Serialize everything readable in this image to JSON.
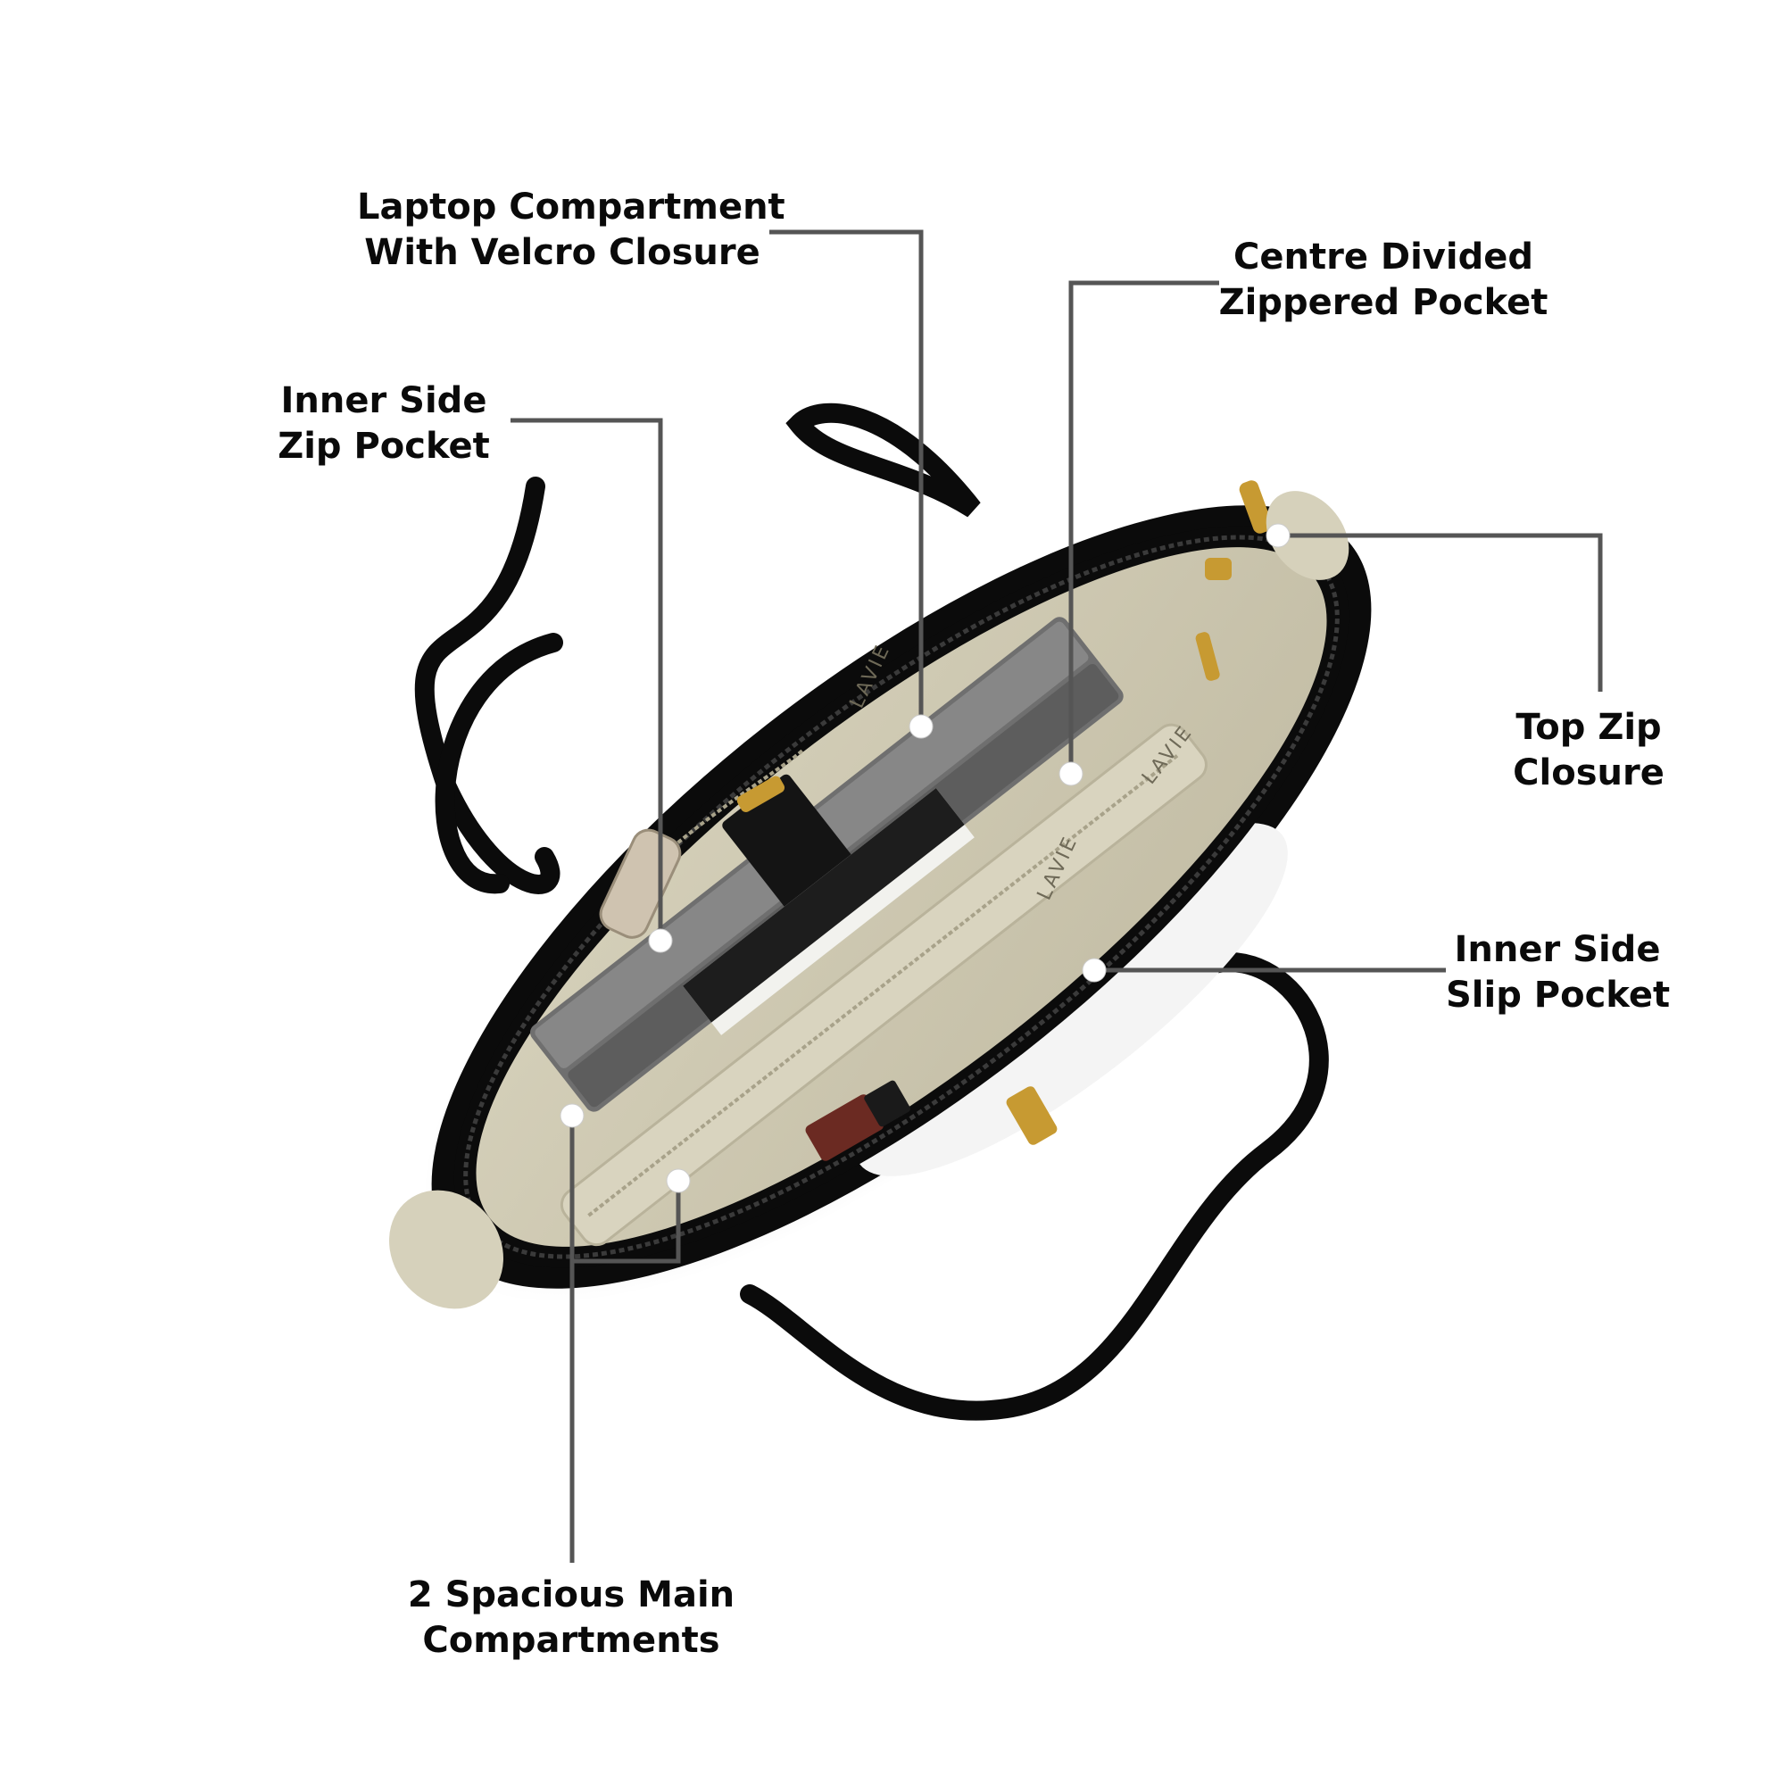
{
  "labels": {
    "laptop_compartment": {
      "line1": "Laptop Compartment",
      "line2": "With Velcro Closure"
    },
    "inner_side_zip_pocket": {
      "line1": "Inner Side",
      "line2": "Zip Pocket"
    },
    "centre_divided_pocket": {
      "line1": "Centre Divided",
      "line2": "Zippered Pocket"
    },
    "top_zip_closure": {
      "line1": "Top Zip",
      "line2": "Closure"
    },
    "inner_side_slip_pocket": {
      "line1": "Inner Side",
      "line2": "Slip Pocket"
    },
    "main_compartments": {
      "line1": "2 Spacious Main",
      "line2": "Compartments"
    }
  },
  "brand_text": "LAVIE",
  "colors": {
    "bag_body": "#0b0b0b",
    "lining": "#cdc8b2",
    "lining_shadow": "#a9a48e",
    "laptop": "#6f6f6f",
    "leader_line": "#555555",
    "hardware": "#c79a32"
  }
}
